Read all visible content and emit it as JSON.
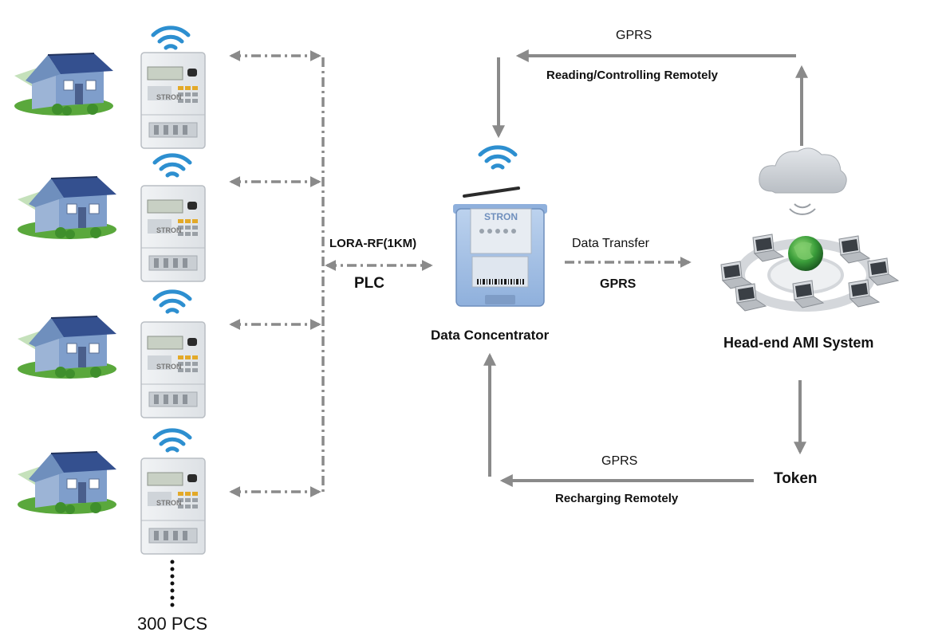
{
  "nodes": {
    "meter_brand": "STRON",
    "concentrator_brand": "STRON",
    "concentrator_label": "Data Concentrator",
    "headend_label": "Head-end AMI System",
    "token_label": "Token",
    "quantity_label": "300 PCS"
  },
  "links": {
    "meters_to_concentrator_top": "LORA-RF(1KM)",
    "meters_to_concentrator_bottom": "PLC",
    "concentrator_to_headend_top": "Data Transfer",
    "concentrator_to_headend_bottom": "GPRS",
    "headend_to_concentrator_top": "GPRS",
    "headend_to_concentrator_bottom": "Reading/Controlling Remotely",
    "token_to_concentrator_top": "GPRS",
    "token_to_concentrator_bottom": "Recharging Remotely"
  },
  "colors": {
    "arrow": "#8a8a8a",
    "wifi": "#2d8fd0",
    "roof": "#3d5a99",
    "wall": "#8aa7cf",
    "grass": "#5aa83c",
    "meter_body": "#e9ecef",
    "concentrator_body": "#a9c3e4",
    "globe": "#3a9d3a",
    "cloud": "#cfd3d8"
  },
  "icons": [
    "house-icon",
    "meter-icon",
    "wifi-icon",
    "concentrator-icon",
    "cloud-icon",
    "globe-icon",
    "laptop-icon"
  ]
}
